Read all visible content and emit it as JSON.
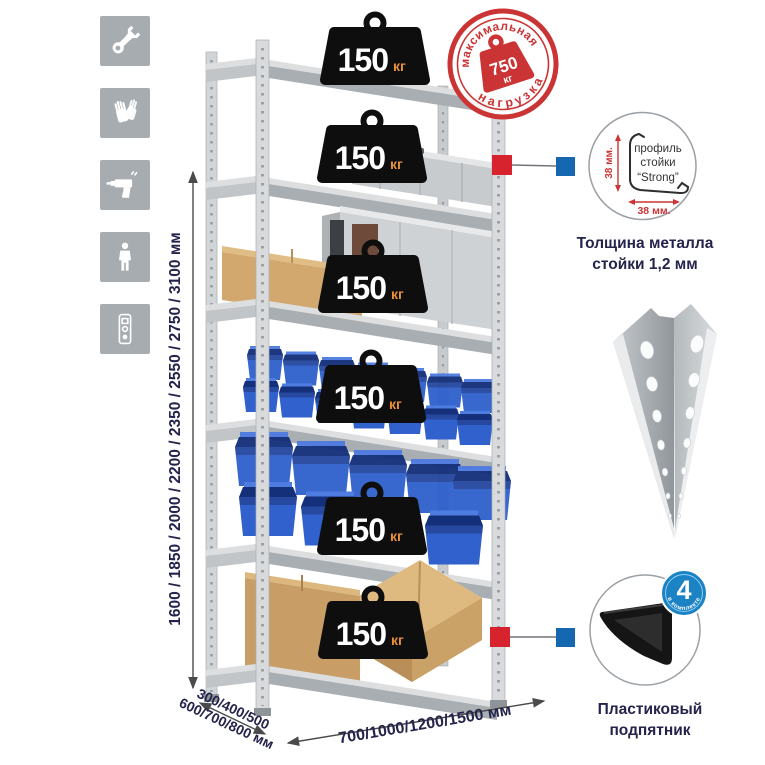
{
  "title": "Metal shelving rack infographic",
  "colors": {
    "navy_text": "#23234c",
    "stamp_red": "#cb3434",
    "marker_red": "#d6232e",
    "marker_blue": "#1568b0",
    "badge_black": "#0e0e0e",
    "badge_unit_orange": "#e8913a",
    "bin_blue": "#3061cc",
    "icon_tile_gray": "#a7acb1"
  },
  "left_toolbar": {
    "icons": [
      "wrench",
      "gloves",
      "drill",
      "person",
      "level"
    ]
  },
  "height_dimension": {
    "label": "1600 / 1850 / 2000 / 2200 / 2350 / 2550 / 2750 / 3100 мм"
  },
  "rack": {
    "shelf_count": 6,
    "shelf_load": {
      "value": "150",
      "unit": "кг"
    }
  },
  "max_load_stamp": {
    "arc_top": "максимальная",
    "arc_bottom": "нагрузка",
    "value": "750",
    "unit": "кг"
  },
  "profile_detail": {
    "label_line1": "профиль",
    "label_line2": "стойки",
    "label_line3": "“Strong”",
    "vertical_dim": "38 мм.",
    "horizontal_dim": "38 мм.",
    "caption_line1": "Толщина металла",
    "caption_line2": "стойки 1,2 мм"
  },
  "foot_detail": {
    "badge_value": "4",
    "badge_arc": "в комплекте",
    "caption_line1": "Пластиковый",
    "caption_line2": "подпятник"
  },
  "depth_dimension": {
    "line1": "300/400/500",
    "line2": "600/700/800 мм"
  },
  "width_dimension": {
    "label": "700/1000/1200/1500 мм"
  }
}
